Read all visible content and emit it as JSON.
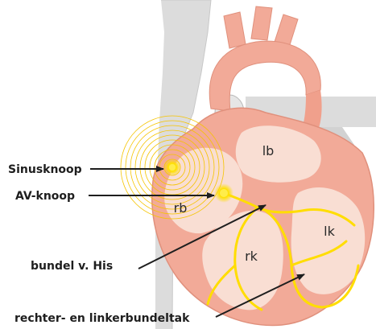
{
  "labels": {
    "sinusknoop": "Sinusknoop",
    "av_knoop": "AV-knoop",
    "bundel_his": "bundel v. His",
    "bundeltak": "rechter- en linkerbundeltak"
  },
  "chambers": {
    "lb": "lb",
    "rb": "rb",
    "lk": "lk",
    "rk": "rk"
  },
  "colors": {
    "muscle": "#f2aa98",
    "muscle_light": "#f7cbbd",
    "chamber": "#f9ded3",
    "vein": "#dcdcdc",
    "conduction": "#ffdd00",
    "conduction_rings": "#f5c400",
    "arrow": "#1e1e1e"
  }
}
